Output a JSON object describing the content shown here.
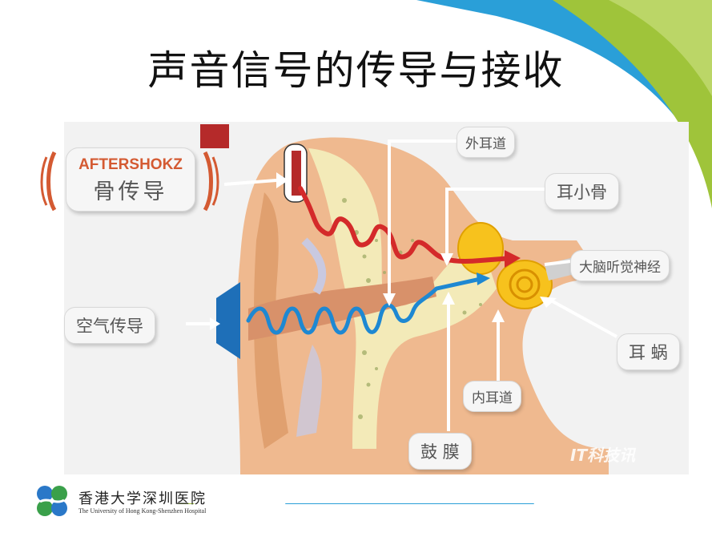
{
  "slide": {
    "title": "声音信号的传导与接收"
  },
  "diagram": {
    "brand": "AFTERSHOKZ",
    "labels": {
      "bone_conduction": "骨传导",
      "air_conduction": "空气传导",
      "outer_canal": "外耳道",
      "ossicles": "耳小骨",
      "auditory_nerve": "大脑听觉神经",
      "cochlea": "耳 蜗",
      "inner_canal": "内耳道",
      "eardrum": "鼓 膜"
    },
    "watermark": "IT科技讯"
  },
  "footer": {
    "org_cn": "香港大学深圳医院",
    "org_en": "The University of Hong Kong-Shenzhen Hospital"
  },
  "colors": {
    "bone_wave": "#d42a2a",
    "air_wave": "#1e88d2",
    "skin": "#efb98f",
    "bone": "#f3eab8",
    "accent_green": "#9fc43a",
    "accent_blue": "#2a9fd8",
    "speaker_blue": "#1e6fb8",
    "transducer_red": "#b52a2a"
  }
}
